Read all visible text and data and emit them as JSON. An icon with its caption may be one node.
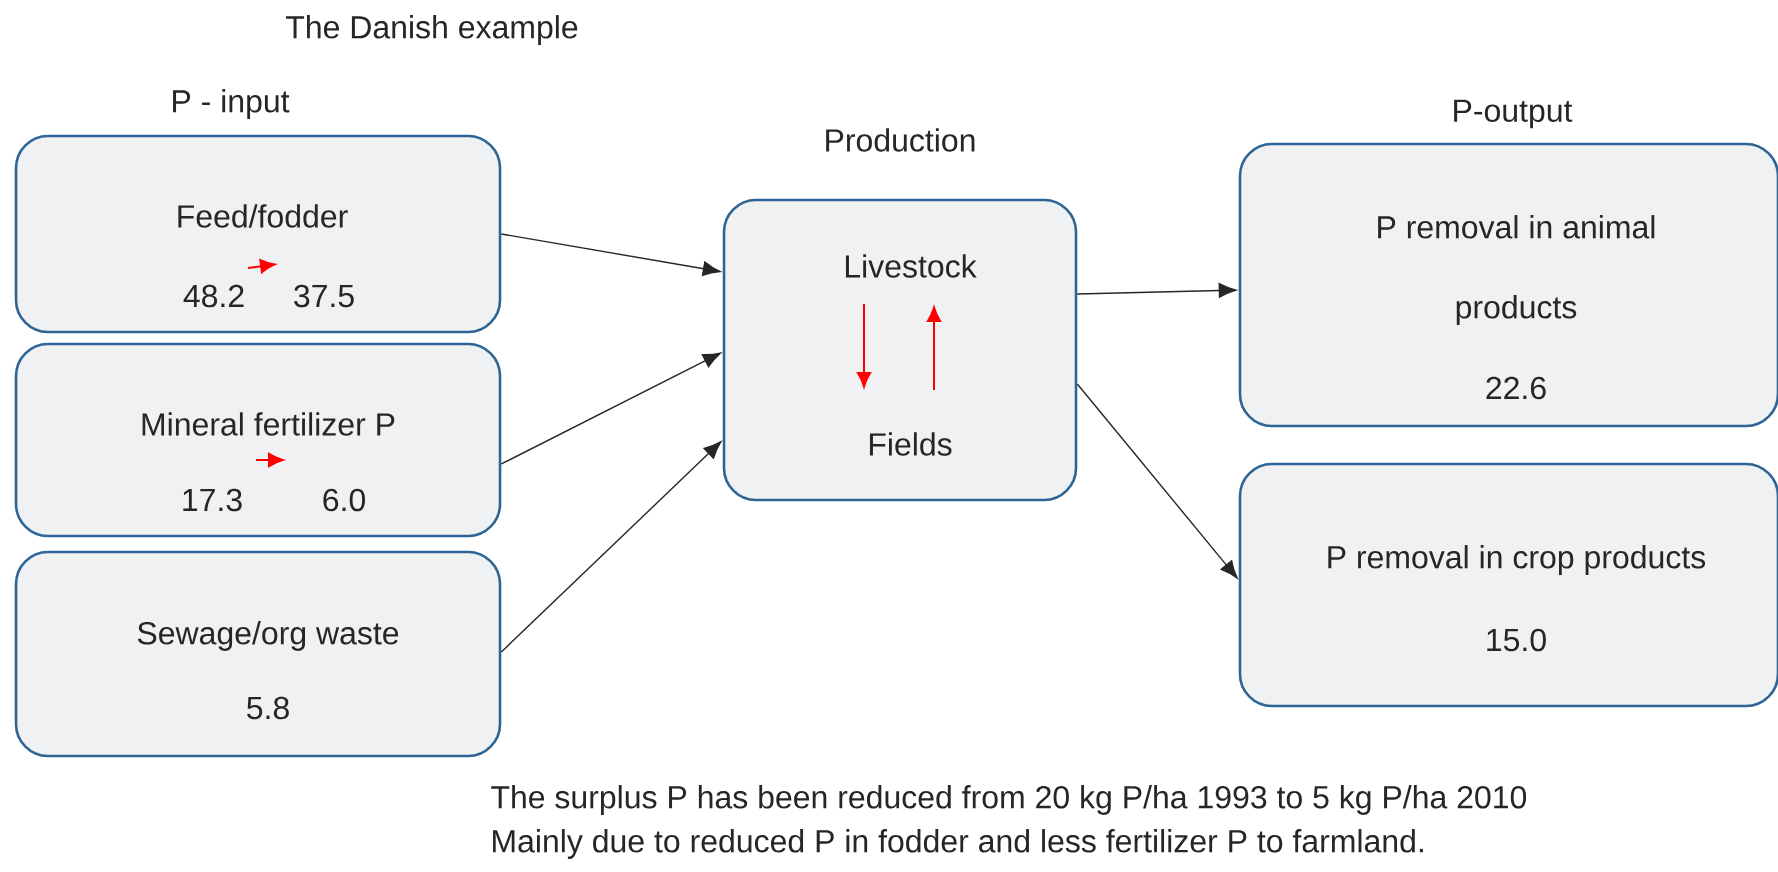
{
  "diagram": {
    "title": "The Danish example",
    "nodes": [
      {
        "text": [
          "Feed/fodder",
          "48.2",
          "37.5"
        ]
      },
      {
        "text": [
          "Mineral fertilizer P",
          "17.3",
          "6.0"
        ]
      },
      {
        "text": [
          "Sewage/org waste",
          "5.8"
        ]
      },
      {
        "text": [
          "Livestock",
          "Fields"
        ]
      },
      {
        "text": [
          "P removal in animal products",
          "22.6"
        ]
      },
      {
        "text": [
          "P removal in crop products",
          "15.0"
        ]
      }
    ],
    "edges": [
      {
        "from": 0,
        "to": 3,
        "arrow": "to"
      },
      {
        "from": 1,
        "to": 3,
        "arrow": "to"
      },
      {
        "from": 2,
        "to": 3,
        "arrow": "to"
      },
      {
        "from": 3,
        "to": 4,
        "arrow": "to"
      },
      {
        "from": 3,
        "to": 5,
        "arrow": "to"
      }
    ],
    "labels": [
      "P - input",
      "Production",
      "P-output",
      "The surplus P has been reduced from 20 kg P/ha 1993 to 5 kg P/ha 2010",
      "Mainly due to reduced P in fodder and less fertilizer P to farmland."
    ]
  }
}
